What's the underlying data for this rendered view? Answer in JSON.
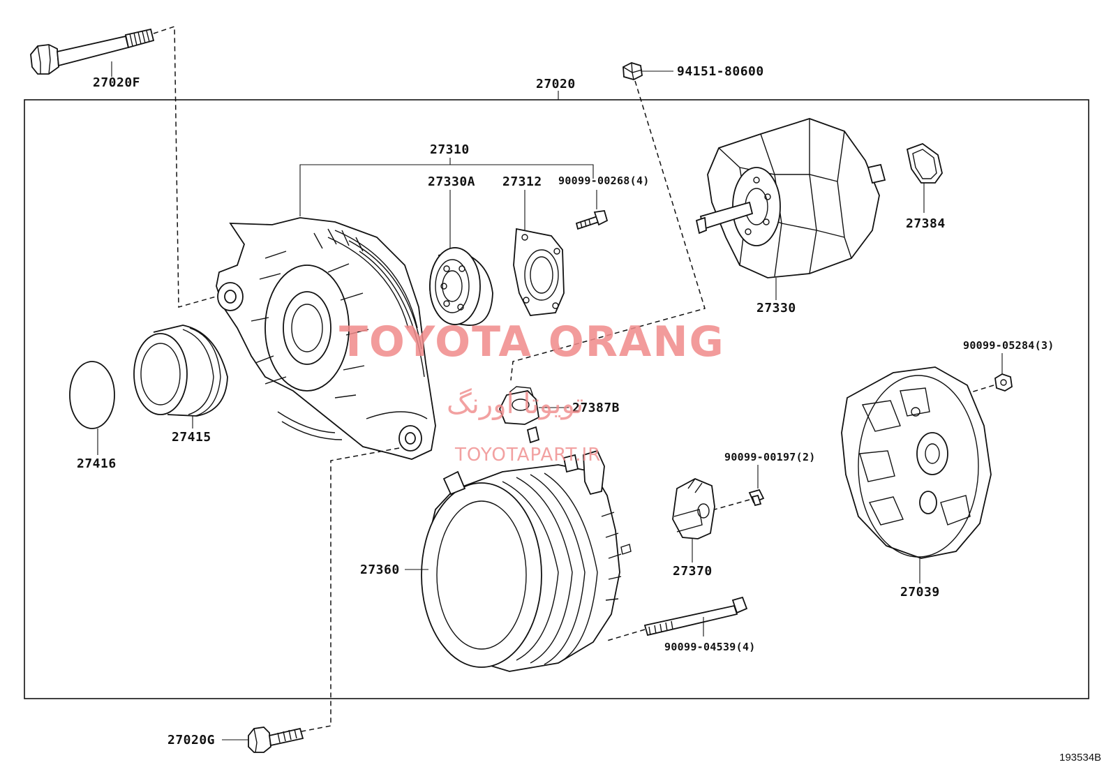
{
  "diagram": {
    "labels": {
      "p27020F": "27020F",
      "p27020": "27020",
      "p94151": "94151-80600",
      "p27310": "27310",
      "p27330A": "27330A",
      "p27312": "27312",
      "p90099_00268": "90099-00268(4)",
      "p27384": "27384",
      "p27330": "27330",
      "p90099_05284": "90099-05284(3)",
      "p27416": "27416",
      "p27415": "27415",
      "p27387B": "27387B",
      "p90099_00197": "90099-00197(2)",
      "p27360": "27360",
      "p27370": "27370",
      "p27039": "27039",
      "p90099_04539": "90099-04539(4)",
      "p27020G": "27020G"
    },
    "watermark": {
      "line1": "TOYOTA ORANG",
      "line2": "تویوتا اورنگ",
      "line3": "TOYOTAPART.IR"
    },
    "figure_number": "193534B"
  }
}
